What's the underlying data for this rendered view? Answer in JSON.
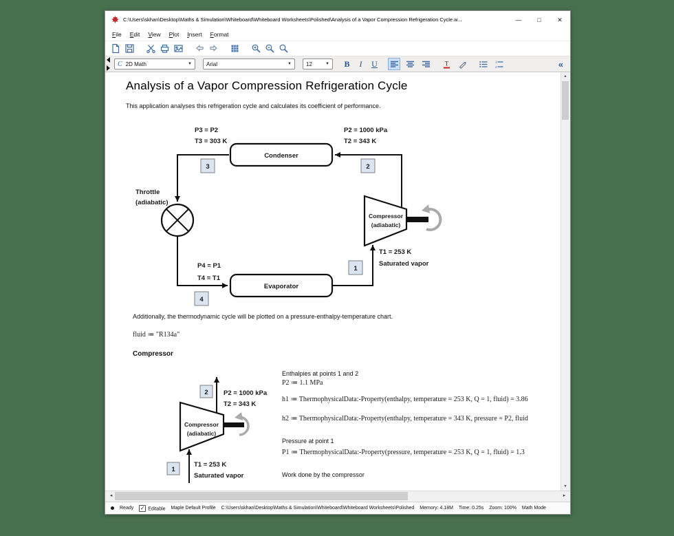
{
  "window": {
    "title": "C:\\Users\\skhan\\Desktop\\Maths & Simulation\\Whiteboard\\Whiteboard Worksheets\\Polished\\Analysis of a Vapor Compression Refrigeration Cycle.w...",
    "minimize": "—",
    "maximize": "□",
    "close": "✕"
  },
  "menu": {
    "items": [
      "File",
      "Edit",
      "View",
      "Plot",
      "Insert",
      "Format"
    ]
  },
  "toolbar": {
    "icons": [
      "new-document",
      "save",
      "cut",
      "print",
      "export",
      "undo",
      "redo",
      "table",
      "zoom-in",
      "zoom-out",
      "zoom-reset"
    ]
  },
  "format_bar": {
    "style_icon": "C",
    "style": "2D Math",
    "font": "Arial",
    "size": "12",
    "bold": "B",
    "italic": "I",
    "underline": "U",
    "collapse": "«"
  },
  "doc": {
    "title": "Analysis of a Vapor Compression Refrigeration Cycle",
    "intro": "This application analyses this refrigeration cycle and calculates its coefficient of performance.",
    "additionally": "Additionally, the thermodynamic cycle will be plotted on a pressure-enthalpy-temperature chart.",
    "fluid_line": "fluid ≔ \"R134a\"",
    "section_compressor": "Compressor"
  },
  "cycle_diagram": {
    "p3": "P3 = P2",
    "t3": "T3 = 303 K",
    "p2": "P2 = 1000 kPa",
    "t2": "T2 = 343 K",
    "condenser": "Condenser",
    "evaporator": "Evaporator",
    "throttle_1": "Throttle",
    "throttle_2": "(adiabatic)",
    "compressor_1": "Compressor",
    "compressor_2": "(adiabatic)",
    "p4": "P4 = P1",
    "t4": "T4 = T1",
    "t1": "T1 = 253 K",
    "saturated": "Saturated vapor",
    "n1": "1",
    "n2": "2",
    "n3": "3",
    "n4": "4"
  },
  "compressor_diagram": {
    "p2": "P2 = 1000 kPa",
    "t2": "T2 = 343 K",
    "compressor_1": "Compressor",
    "compressor_2": "(adiabatic)",
    "t1": "T1 = 253 K",
    "saturated": "Saturated vapor",
    "n1": "1",
    "n2": "2"
  },
  "math": {
    "enthalpies_caption": "Enthalpies at points 1 and 2",
    "p2_line": "P2 ≔ 1.1 MPa",
    "h1_line": "h1 ≔ ThermophysicalData:-Property(enthalpy, temperature = 253 K, Q = 1, fluid) = 3.86",
    "h2_line": "h2 ≔ ThermophysicalData:-Property(enthalpy, temperature = 343 K, pressure = P2, fluid",
    "pressure_caption": "Pressure at point 1",
    "p1_line": "P1 ≔ ThermophysicalData:-Property(pressure, temperature = 253 K, Q = 1, fluid) = 1.3",
    "work_caption": "Work done by the compressor"
  },
  "status": {
    "ready": "Ready",
    "editable": "Editable",
    "profile": "Maple Default Profile",
    "path": "C:\\Users\\skhan\\Desktop\\Maths & Simulation\\Whiteboard\\Whiteboard Worksheets\\Polished",
    "memory": "Memory: 4.18M",
    "time": "Time: 0.25s",
    "zoom": "Zoom: 100%",
    "mode": "Math Mode"
  }
}
